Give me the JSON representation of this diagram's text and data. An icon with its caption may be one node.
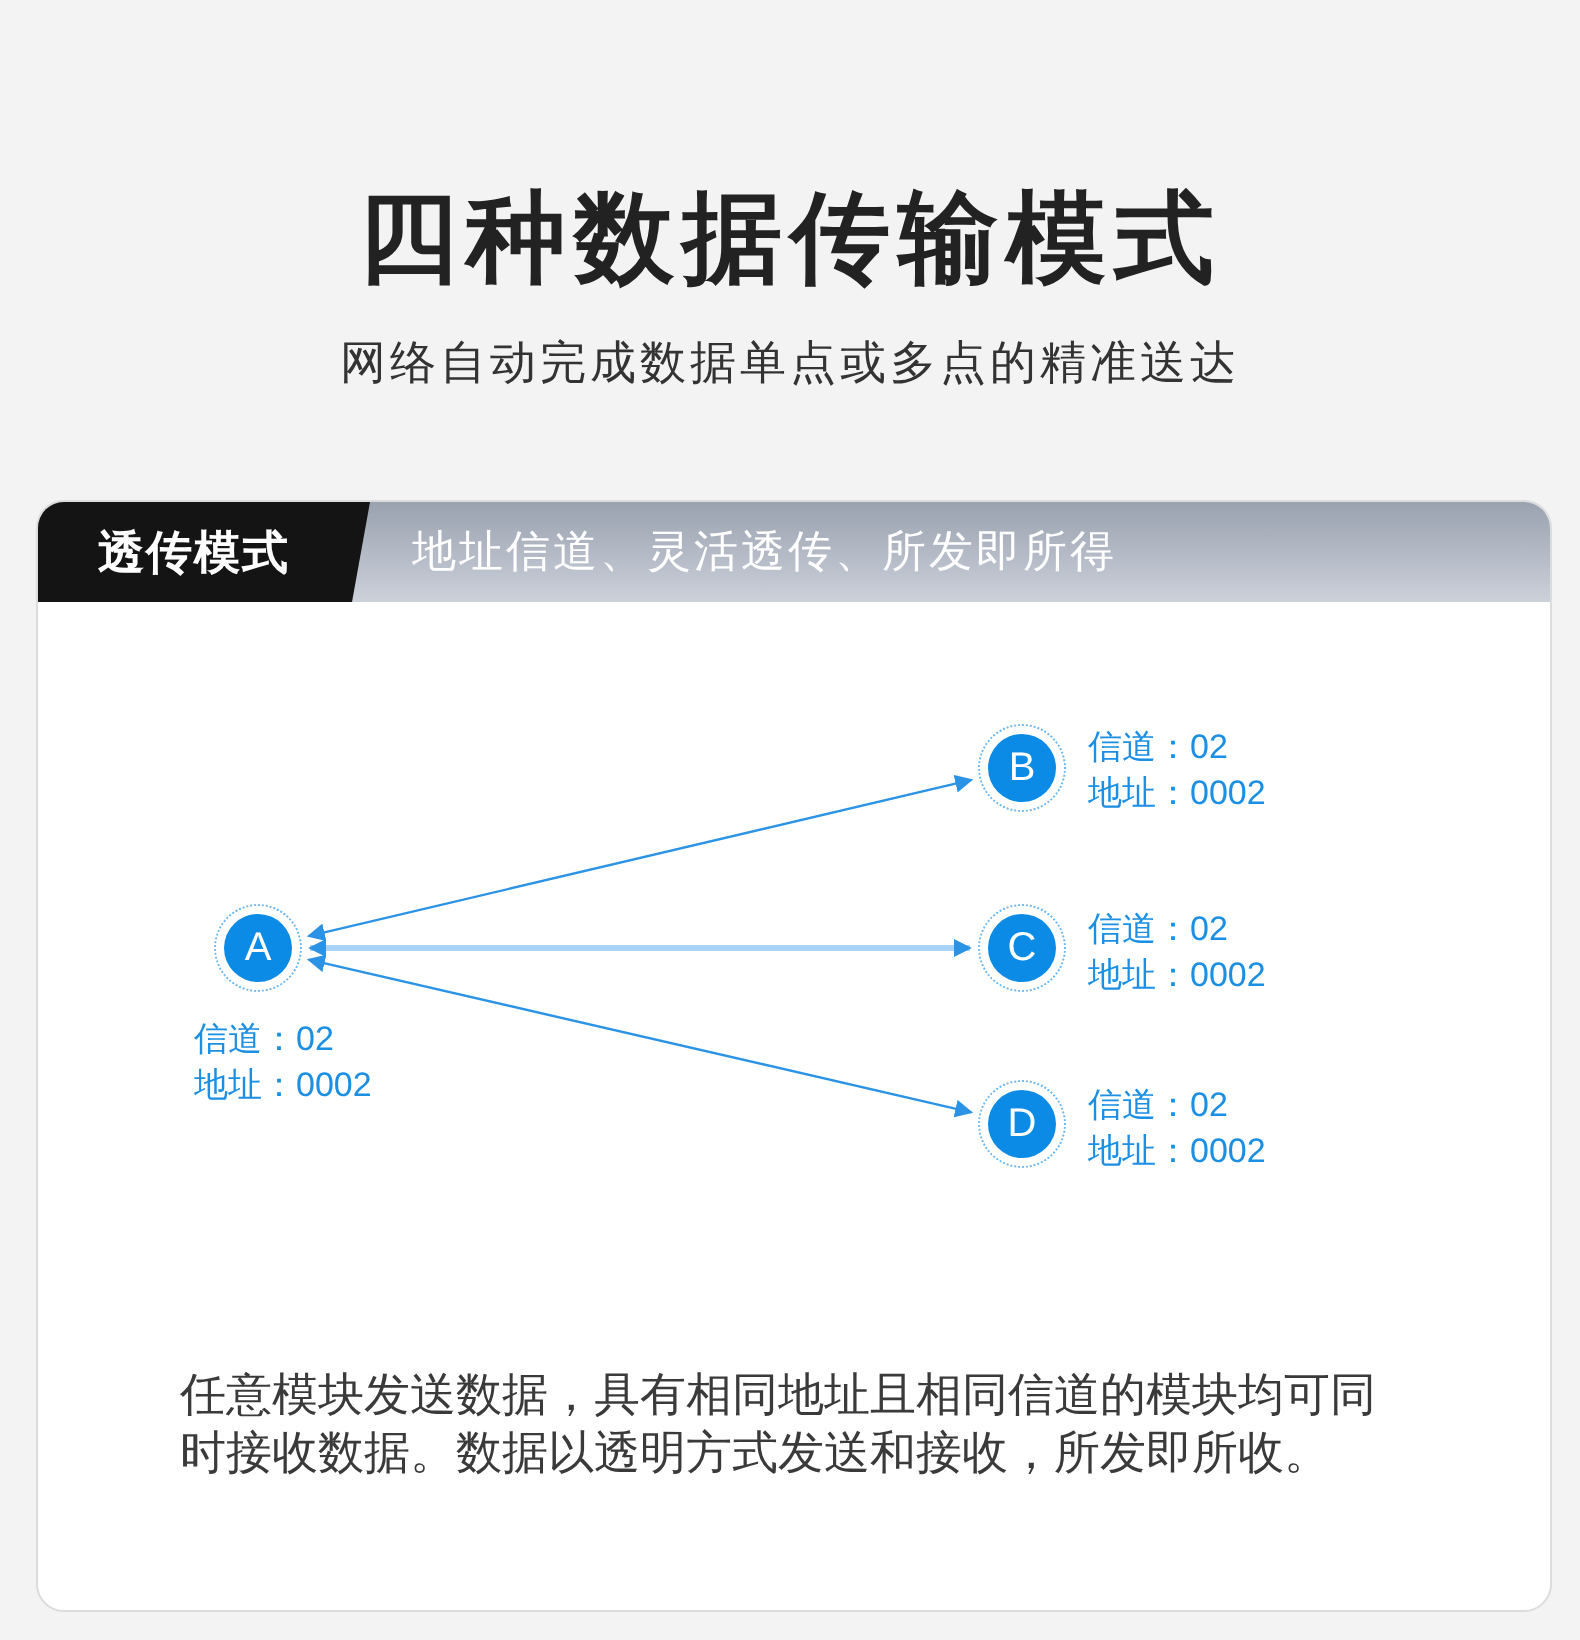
{
  "diagram": {
    "title": "四种数据传输模式",
    "nodes": [
      {
        "text": [
          "透传模式",
          "地址信道、灵活透传、所发即所得",
          "任意模块发送数据，具有相同地址且相同信道的模块均可同时接收数据。数据以透明方式发送和接收，所发即所收。"
        ]
      },
      {
        "text": [
          "A"
        ],
        "in": 0,
        "beside": [
          "信道：02",
          "地址：0002"
        ]
      },
      {
        "text": [
          "B"
        ],
        "in": 0,
        "beside": [
          "信道：02",
          "地址：0002"
        ]
      },
      {
        "text": [
          "C"
        ],
        "in": 0,
        "beside": [
          "信道：02",
          "地址：0002"
        ]
      },
      {
        "text": [
          "D"
        ],
        "in": 0,
        "beside": [
          "信道：02",
          "地址：0002"
        ]
      }
    ],
    "edges": [
      {
        "from": 1,
        "to": 2,
        "arrow": "both"
      },
      {
        "from": 1,
        "to": 3,
        "arrow": "both",
        "style": "thick",
        "color": "#a8d5f5"
      },
      {
        "from": 1,
        "to": 4,
        "arrow": "both"
      }
    ],
    "labels": [
      "网络自动完成数据单点或多点的精准送达"
    ]
  }
}
